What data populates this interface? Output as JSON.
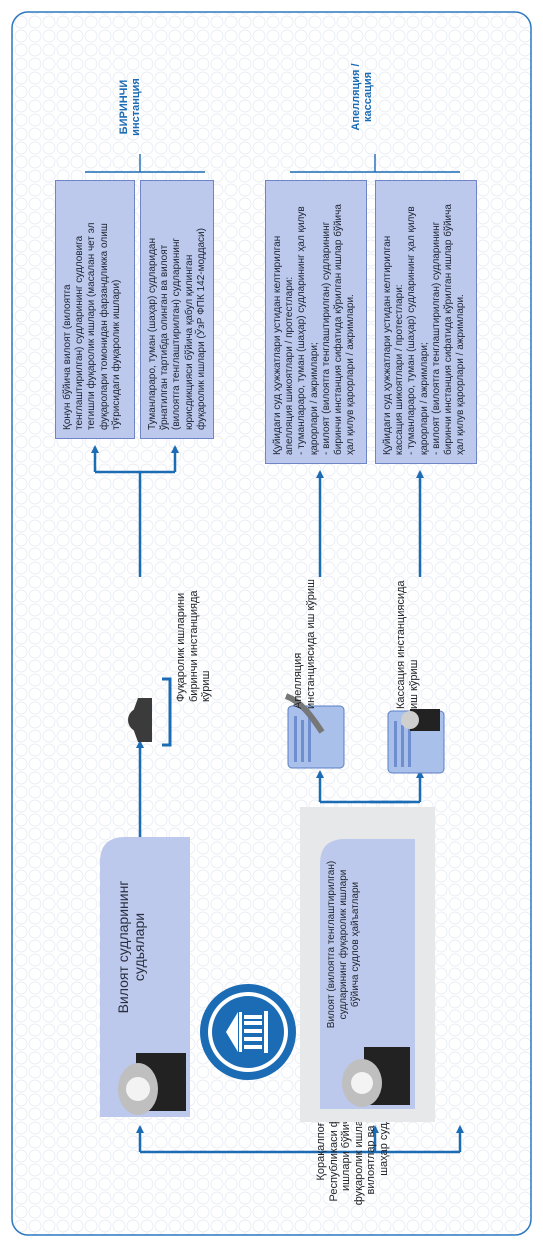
{
  "source": {
    "label": "Қорақалпоғистон Республикаси фуқаролик ишлари бўйича суди, фуқаролик ишлари бўйича вилоятлар ва Тошкент шаҳар судлари"
  },
  "judges_regional": {
    "label": "Вилоят судларининг судьялари"
  },
  "panel_regional": {
    "label": "Вилоят (вилоятга тенглаштирилган) судларининг фуқаролик ишлари бўйича судлов ҳайъатлари"
  },
  "first_instance": {
    "heading_line1": "БИРИНЧИ",
    "heading_line2": "инстанция",
    "action": "Фуқаролик ишларини биринчи инстанцияда кўриш",
    "box1": "Қонун бўйича вилоят (вилоятга тенглаштирилган) судларининг судловига тегишли фуқаролик ишлари (масалан чет эл фуқаролари томонидан фарзандликка олиш тўғрисидаги фуқаролик ишлари)",
    "box2": "Туманлараро, туман (шаҳар) судларидан ўрнатилган тартибда олинган ва вилоят (вилоятга тенглаштирилган) судларининг юрисдикцияси бўйича қабул қилинган фуқаролик ишлари (ЎзР ФПК 142-моддаси)"
  },
  "appeal": {
    "heading_line1": "Апелляция /",
    "heading_line2": "кассация",
    "appeal_action": "Апелляция инстанциясида иш кўриш",
    "cassation_action": "Кассация инстанциясида иш кўриш",
    "box_appeal": "Қуйидаги суд ҳужжатлари устидан келтирилган апелляция шикоятлари / протестлари:\n- туманлараро, туман (шаҳар) судларининг ҳал қилув қарорлари / ажримлари;\n- вилоят (вилоятга тенглаштирилган) судларининг биринчи инстанция сифатида кўрилган ишлар бўйича ҳал қилув қарорлари / ажримлари.",
    "box_cassation": "Қуйидаги суд ҳужжатлари устидан келтирилган кассация шикоятлари / протестлари:\n- туманлараро, туман (шаҳар) судларининг ҳал қилув қарорлари / ажримлари;\n- вилоят (вилоятга тенглаштирилган) судларининг биринчи инстанция сифатида кўрилган ишлар бўйича ҳал қилув қарорлари / ажримлари."
  },
  "colors": {
    "arrow": "#1c6cb5",
    "box_fill": "#bcc8ec",
    "box_border": "#6f85c7",
    "heading": "#1c6cb5",
    "panel_bg": "#e7e8ea"
  }
}
